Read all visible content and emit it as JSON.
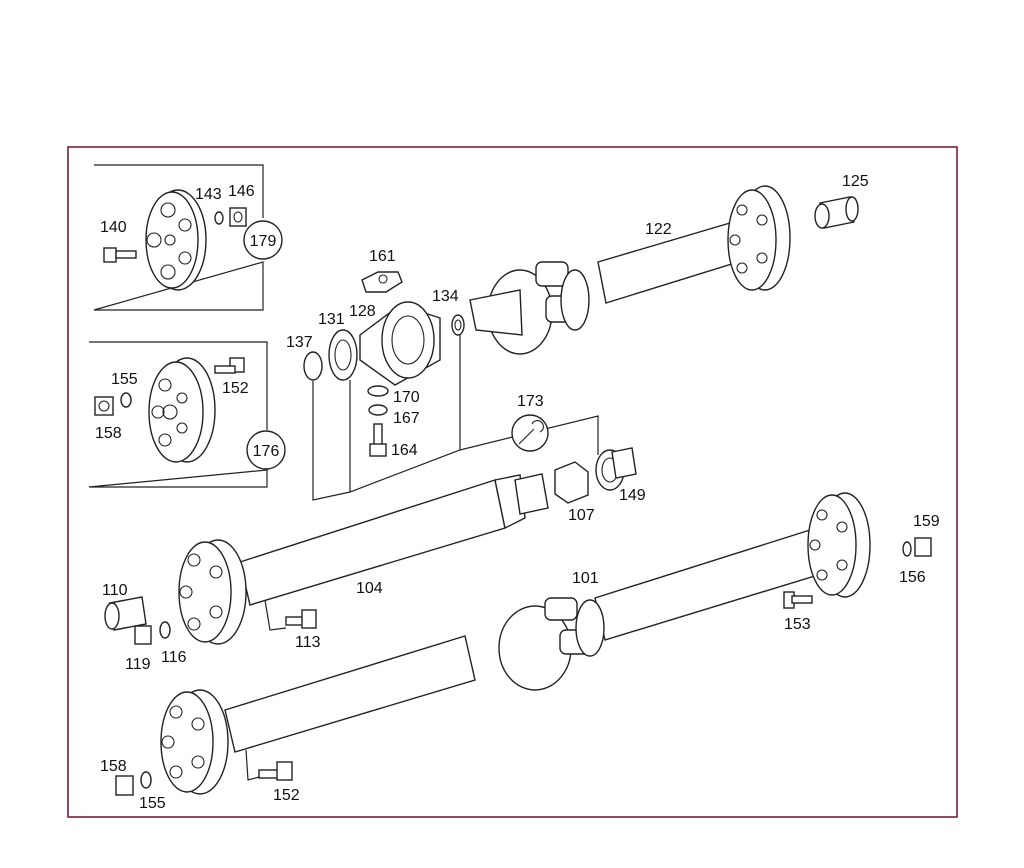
{
  "diagram": {
    "border_color": "#7a1f3a",
    "line_color": "#222222",
    "labels": {
      "l101": "101",
      "l104": "104",
      "l107": "107",
      "l110": "110",
      "l113": "113",
      "l116": "116",
      "l119": "119",
      "l122": "122",
      "l125": "125",
      "l128": "128",
      "l131": "131",
      "l134": "134",
      "l137": "137",
      "l140": "140",
      "l143": "143",
      "l146": "146",
      "l149": "149",
      "l152a": "152",
      "l152b": "152",
      "l153": "153",
      "l155a": "155",
      "l155b": "155",
      "l156": "156",
      "l158a": "158",
      "l158b": "158",
      "l159": "159",
      "l161": "161",
      "l164": "164",
      "l167": "167",
      "l170": "170",
      "l173": "173",
      "l176": "176",
      "l179": "179"
    }
  }
}
